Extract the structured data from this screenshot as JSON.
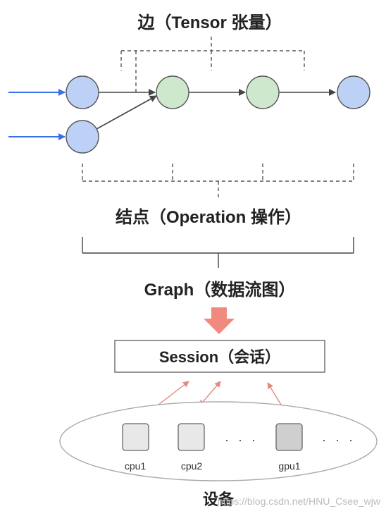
{
  "labels": {
    "edge": "边（Tensor 张量）",
    "node": "结点（Operation 操作）",
    "graph": "Graph（数据流图）",
    "session": "Session（会话）",
    "device": "设备",
    "ellipsis": "· · ·",
    "watermark": "https://blog.csdn.net/HNU_Csee_wjw"
  },
  "devices": [
    {
      "label": "cpu1",
      "type": "cpu"
    },
    {
      "label": "cpu2",
      "type": "cpu"
    },
    {
      "label": "gpu1",
      "type": "gpu"
    }
  ],
  "colors": {
    "input_arrow": "#3a6fe8",
    "blue_node": "#bcd1f5",
    "green_node": "#cde8cd",
    "node_stroke": "#555555",
    "graph_arrow": "#f08a7e",
    "session_link": "#e48a80",
    "device_cpu": "#e8e8e8",
    "device_gpu": "#cfcfcf"
  }
}
